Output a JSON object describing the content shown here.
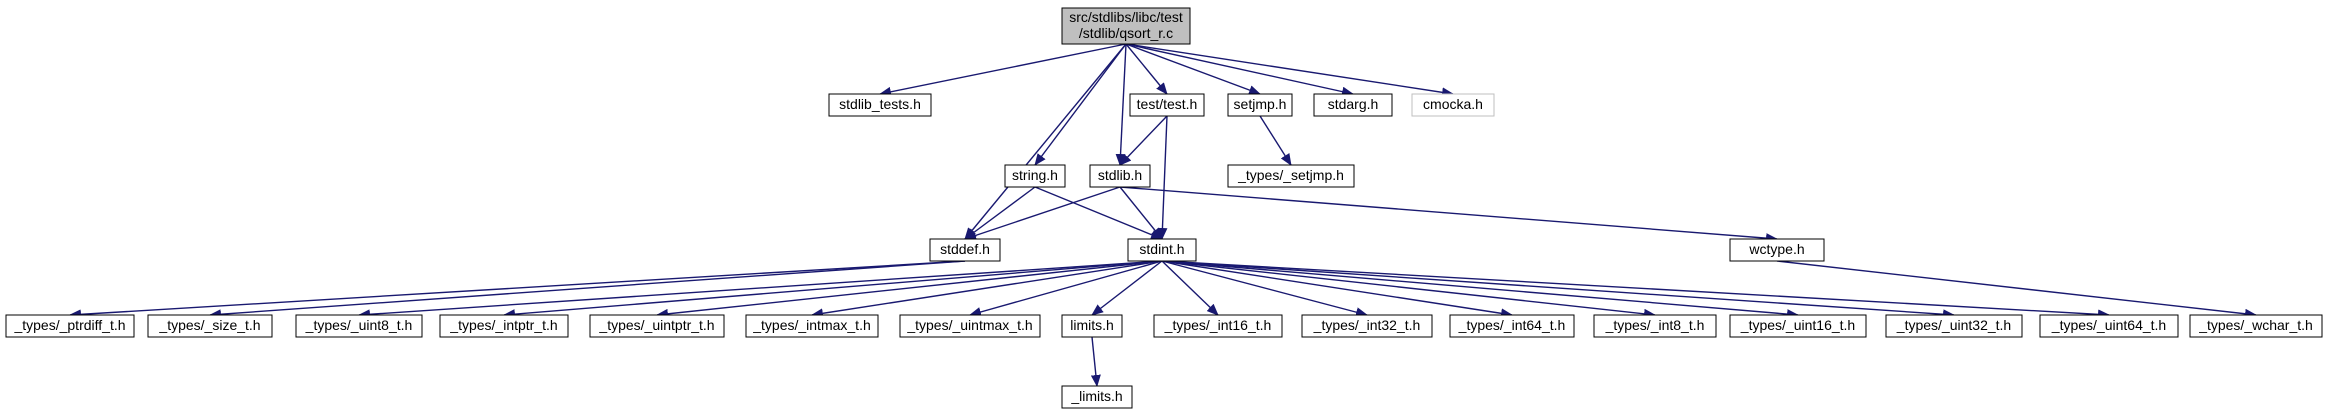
{
  "graph": {
    "nodes": [
      {
        "id": "root",
        "lines": [
          "src/stdlibs/libc/test",
          "/stdlib/qsort_r.c"
        ],
        "style": "root"
      },
      {
        "id": "stdlib_tests",
        "lines": [
          "stdlib_tests.h"
        ],
        "style": "normal"
      },
      {
        "id": "stddef",
        "lines": [
          "stddef.h"
        ],
        "style": "normal"
      },
      {
        "id": "string",
        "lines": [
          "string.h"
        ],
        "style": "normal"
      },
      {
        "id": "stdlib",
        "lines": [
          "stdlib.h"
        ],
        "style": "normal"
      },
      {
        "id": "test",
        "lines": [
          "test/test.h"
        ],
        "style": "normal"
      },
      {
        "id": "setjmp",
        "lines": [
          "setjmp.h"
        ],
        "style": "normal"
      },
      {
        "id": "stdarg",
        "lines": [
          "stdarg.h"
        ],
        "style": "normal"
      },
      {
        "id": "cmocka",
        "lines": [
          "cmocka.h"
        ],
        "style": "external"
      },
      {
        "id": "types_setjmp",
        "lines": [
          "_types/_setjmp.h"
        ],
        "style": "normal"
      },
      {
        "id": "stdint",
        "lines": [
          "stdint.h"
        ],
        "style": "normal"
      },
      {
        "id": "wctype",
        "lines": [
          "wctype.h"
        ],
        "style": "normal"
      },
      {
        "id": "ptrdiff",
        "lines": [
          "_types/_ptrdiff_t.h"
        ],
        "style": "normal"
      },
      {
        "id": "size_t",
        "lines": [
          "_types/_size_t.h"
        ],
        "style": "normal"
      },
      {
        "id": "uint8",
        "lines": [
          "_types/_uint8_t.h"
        ],
        "style": "normal"
      },
      {
        "id": "intptr",
        "lines": [
          "_types/_intptr_t.h"
        ],
        "style": "normal"
      },
      {
        "id": "uintptr",
        "lines": [
          "_types/_uintptr_t.h"
        ],
        "style": "normal"
      },
      {
        "id": "intmax",
        "lines": [
          "_types/_intmax_t.h"
        ],
        "style": "normal"
      },
      {
        "id": "uintmax",
        "lines": [
          "_types/_uintmax_t.h"
        ],
        "style": "normal"
      },
      {
        "id": "limits",
        "lines": [
          "limits.h"
        ],
        "style": "normal"
      },
      {
        "id": "int16",
        "lines": [
          "_types/_int16_t.h"
        ],
        "style": "normal"
      },
      {
        "id": "int32",
        "lines": [
          "_types/_int32_t.h"
        ],
        "style": "normal"
      },
      {
        "id": "int64",
        "lines": [
          "_types/_int64_t.h"
        ],
        "style": "normal"
      },
      {
        "id": "int8",
        "lines": [
          "_types/_int8_t.h"
        ],
        "style": "normal"
      },
      {
        "id": "uint16",
        "lines": [
          "_types/_uint16_t.h"
        ],
        "style": "normal"
      },
      {
        "id": "uint32",
        "lines": [
          "_types/_uint32_t.h"
        ],
        "style": "normal"
      },
      {
        "id": "uint64",
        "lines": [
          "_types/_uint64_t.h"
        ],
        "style": "normal"
      },
      {
        "id": "wchar",
        "lines": [
          "_types/_wchar_t.h"
        ],
        "style": "normal"
      },
      {
        "id": "_limits",
        "lines": [
          "_limits.h"
        ],
        "style": "normal"
      }
    ],
    "edges": [
      [
        "root",
        "stdlib_tests"
      ],
      [
        "root",
        "stddef"
      ],
      [
        "root",
        "string"
      ],
      [
        "root",
        "stdlib"
      ],
      [
        "root",
        "test"
      ],
      [
        "root",
        "setjmp"
      ],
      [
        "root",
        "stdarg"
      ],
      [
        "root",
        "cmocka"
      ],
      [
        "string",
        "stddef"
      ],
      [
        "string",
        "stdint"
      ],
      [
        "stdlib",
        "stddef"
      ],
      [
        "stdlib",
        "stdint"
      ],
      [
        "stdlib",
        "wctype"
      ],
      [
        "test",
        "stdlib"
      ],
      [
        "test",
        "stdint"
      ],
      [
        "setjmp",
        "types_setjmp"
      ],
      [
        "stddef",
        "ptrdiff"
      ],
      [
        "stddef",
        "size_t"
      ],
      [
        "stdint",
        "uint8"
      ],
      [
        "stdint",
        "intptr"
      ],
      [
        "stdint",
        "uintptr"
      ],
      [
        "stdint",
        "intmax"
      ],
      [
        "stdint",
        "uintmax"
      ],
      [
        "stdint",
        "limits"
      ],
      [
        "stdint",
        "int16"
      ],
      [
        "stdint",
        "int32"
      ],
      [
        "stdint",
        "int64"
      ],
      [
        "stdint",
        "int8"
      ],
      [
        "stdint",
        "uint16"
      ],
      [
        "stdint",
        "uint32"
      ],
      [
        "stdint",
        "uint64"
      ],
      [
        "wctype",
        "wchar"
      ],
      [
        "limits",
        "_limits"
      ]
    ],
    "colors": {
      "root_fill": "#bfbfbf",
      "node_border": "#000000",
      "external_border": "#bfbfbf",
      "external_text": "#808080",
      "edge": "#191970"
    }
  }
}
